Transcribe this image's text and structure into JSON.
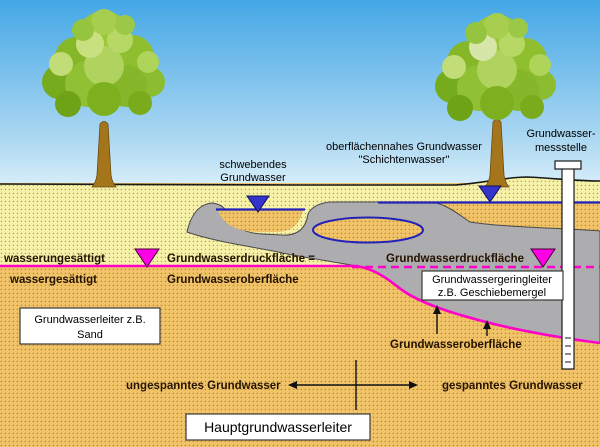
{
  "diagram": {
    "subject": "Grundwasser-Schema",
    "labels": {
      "schwebendes_1": "schwebendes",
      "schwebendes_2": "Grundwasser",
      "oberflaechennahes_1": "oberflächennahes Grundwasser",
      "oberflaechennahes_2": "\"Schichtenwasser\"",
      "messstelle_1": "Grundwasser-",
      "messstelle_2": "messstelle",
      "unsaturated": "wasserungesättigt",
      "saturated": "wassergesättigt",
      "druckflaeche_links": "Grundwasserdruckfläche =",
      "oberflaeche_links": "Grundwasseroberfläche",
      "druckflaeche_rechts": "Grundwasserdruckfläche",
      "geringleiter_1": "Grundwassergeringleiter",
      "geringleiter_2": "z.B. Geschiebemergel",
      "leiter_1": "Grundwasserleiter z.B.",
      "leiter_2": "Sand",
      "oberflaeche_unten": "Grundwasseroberfläche",
      "ungespannt": "ungespanntes Grundwasser",
      "gespannt": "gespanntes Grundwasser",
      "hauptleiter": "Hauptgrundwasserleiter"
    },
    "colors": {
      "sky_top": "#44A7E6",
      "sky_bottom": "#D9EFFA",
      "sand_unsaturated": "#F6F1A9",
      "sand_saturated": "#F0C369",
      "aquitard_gray": "#ADADAF",
      "magenta_line": "#FF00C8",
      "magenta_symbol": "#FF00E6",
      "blue_line": "#2222BB",
      "blue_symbol": "#3434CC",
      "trunk_brown": "#A5751C"
    }
  }
}
